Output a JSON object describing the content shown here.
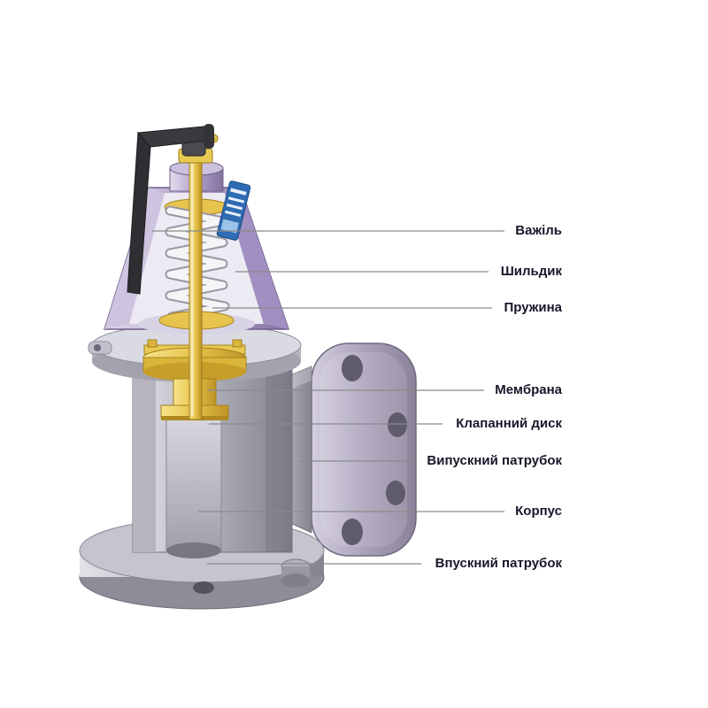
{
  "labels": [
    {
      "text": "Важіль"
    },
    {
      "text": "Шильдик"
    },
    {
      "text": "Пружина"
    },
    {
      "text": "Мембрана"
    },
    {
      "text": "Клапанний диск"
    },
    {
      "text": "Випускний патрубок"
    },
    {
      "text": "Корпус"
    },
    {
      "text": "Впускний патрубок"
    }
  ],
  "colors": {
    "label-text": "#17172a",
    "leader-line": "#8a8a8a",
    "bonnet": "#a894c4",
    "stem-yellow": "#e4c148",
    "body-gray": "#a8a7b2",
    "spring-white": "#f4f3f6",
    "lever-dark": "#2f2f33",
    "nameplate-blue": "#2e6cb4"
  }
}
